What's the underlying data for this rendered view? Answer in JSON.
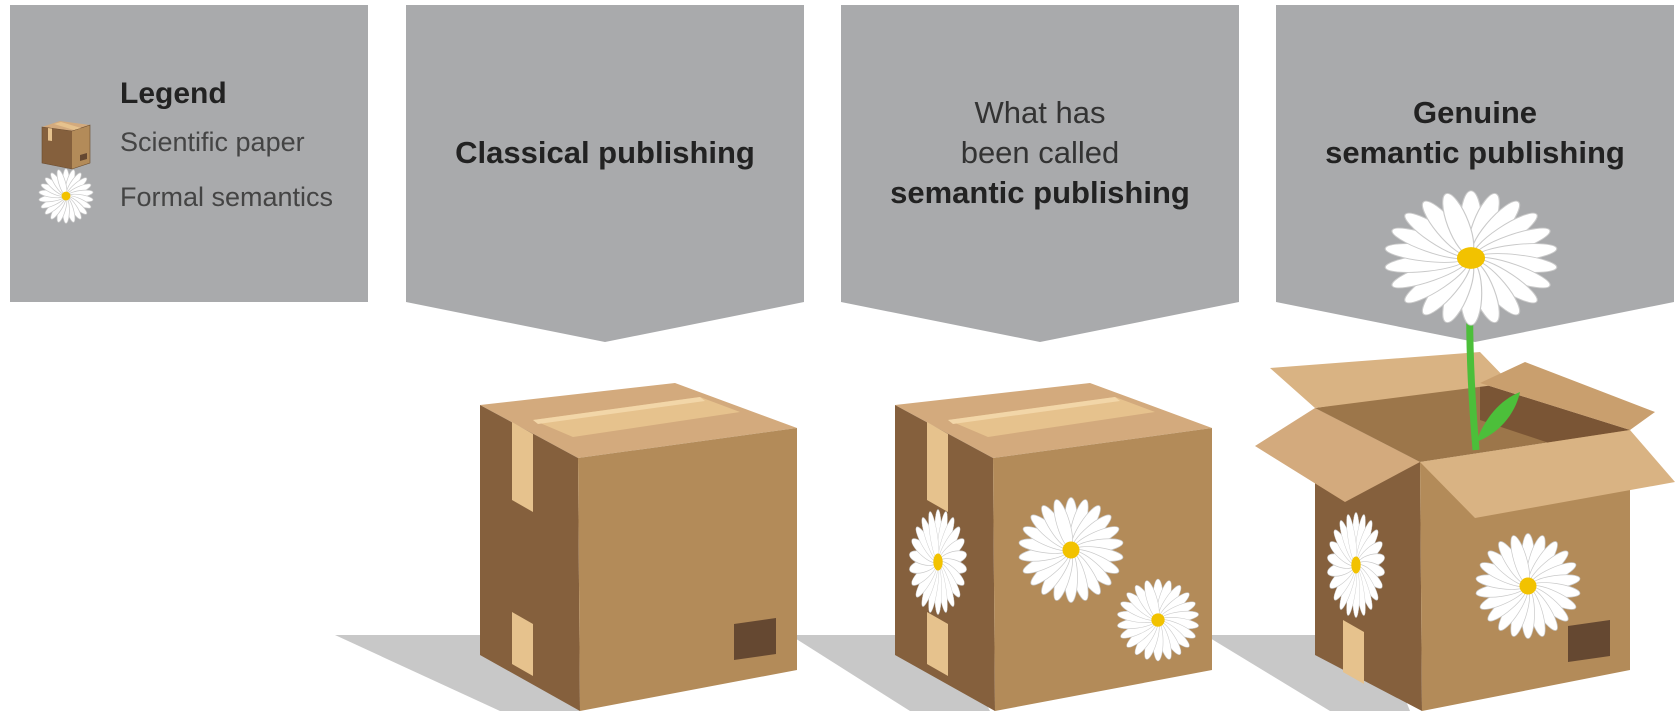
{
  "legend": {
    "title": "Legend",
    "items": [
      {
        "label": "Scientific paper",
        "icon": "box-icon"
      },
      {
        "label": "Formal semantics",
        "icon": "daisy-icon"
      }
    ]
  },
  "banners": [
    {
      "light_lines": [],
      "bold_lines": [
        "Classical publishing"
      ]
    },
    {
      "light_lines": [
        "What has",
        "been called"
      ],
      "bold_lines": [
        "semantic publishing"
      ]
    },
    {
      "light_lines": [],
      "bold_lines": [
        "Genuine",
        "semantic publishing"
      ]
    }
  ],
  "colors": {
    "panel": "#a9aaac",
    "box_front": "#b38b59",
    "box_side": "#85603d",
    "box_top": "#d3aa7d",
    "tape": "#e6c28d",
    "label_patch": "#654831",
    "shadow": "#c8c8c8",
    "petal": "#ffffff",
    "petal_edge": "#c9c9c9",
    "center": "#f2c200",
    "stem": "#4cbf3a"
  }
}
